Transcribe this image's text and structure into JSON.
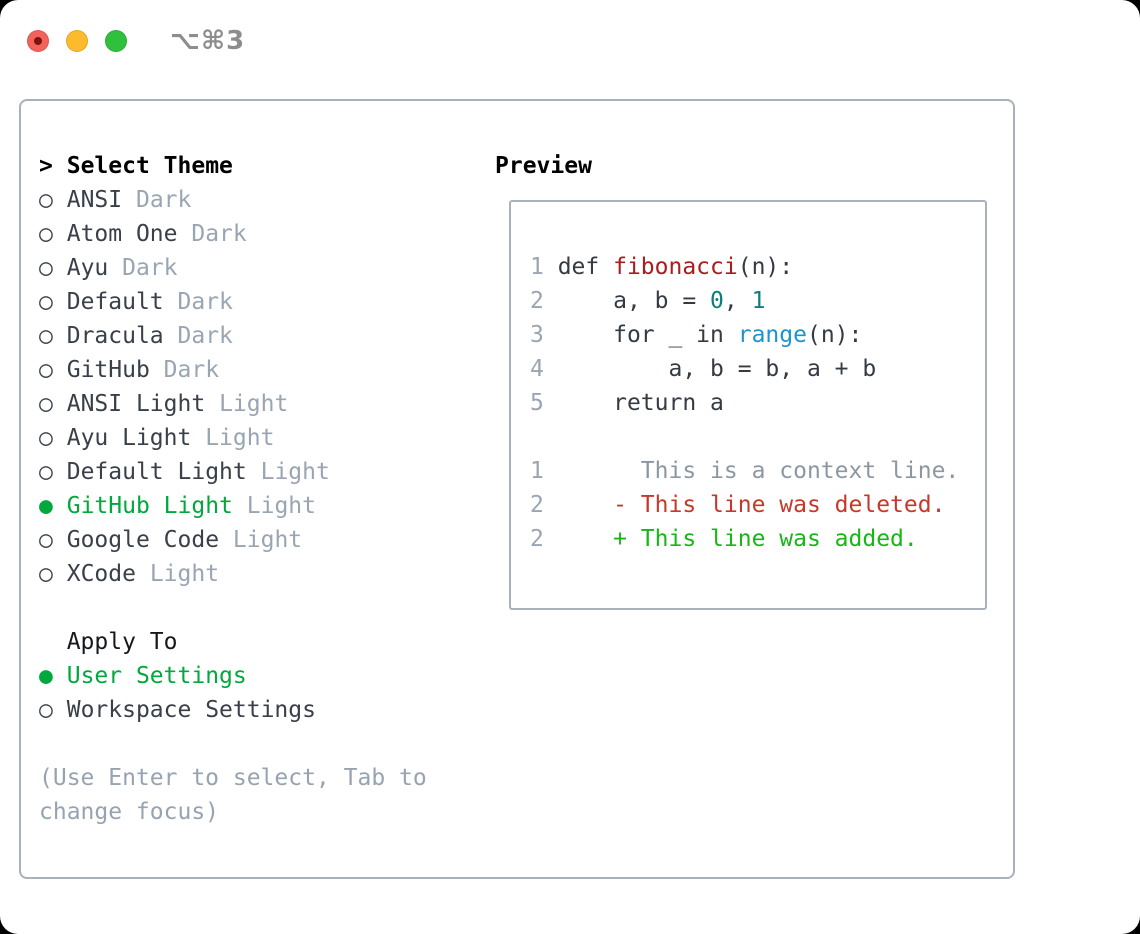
{
  "window": {
    "title": "⌥⌘3",
    "traffic_lights": [
      {
        "name": "close",
        "color": "#f4625c",
        "dot_color": "#7b150c"
      },
      {
        "name": "minimize",
        "color": "#fcbb2d"
      },
      {
        "name": "maximize",
        "color": "#2fc13e"
      }
    ]
  },
  "colors": {
    "accent_green": "#00a83e",
    "panel_border": "#a9b2bc",
    "item_text": "#3a4049",
    "variant_gray": "#9aa5b3",
    "hint_gray": "#98a3b1",
    "code_plain": "#353b43",
    "code_function": "#a81e1e",
    "code_number": "#0e7d7e",
    "code_builtin": "#1d94d0",
    "line_number": "#9aa5b3",
    "diff_context": "#8d97a3",
    "diff_deleted": "#c6382a",
    "diff_added": "#16b716"
  },
  "theme_list": {
    "prompt": ">",
    "header": "Select Theme",
    "marker_unselected": "○",
    "marker_selected": "●",
    "items": [
      {
        "name": "ANSI",
        "variant": "Dark",
        "selected": false
      },
      {
        "name": "Atom One",
        "variant": "Dark",
        "selected": false
      },
      {
        "name": "Ayu",
        "variant": "Dark",
        "selected": false
      },
      {
        "name": "Default",
        "variant": "Dark",
        "selected": false
      },
      {
        "name": "Dracula",
        "variant": "Dark",
        "selected": false
      },
      {
        "name": "GitHub",
        "variant": "Dark",
        "selected": false
      },
      {
        "name": "ANSI Light",
        "variant": "Light",
        "selected": false
      },
      {
        "name": "Ayu Light",
        "variant": "Light",
        "selected": false
      },
      {
        "name": "Default Light",
        "variant": "Light",
        "selected": false
      },
      {
        "name": "GitHub Light",
        "variant": "Light",
        "selected": true
      },
      {
        "name": "Google Code",
        "variant": "Light",
        "selected": false
      },
      {
        "name": "XCode",
        "variant": "Light",
        "selected": false
      }
    ]
  },
  "apply_to": {
    "header": "Apply To",
    "options": [
      {
        "label": "User Settings",
        "selected": true
      },
      {
        "label": "Workspace Settings",
        "selected": false
      }
    ]
  },
  "hint_lines": [
    "(Use Enter to select, Tab to",
    "change focus)"
  ],
  "preview": {
    "header": "Preview",
    "code_lines": [
      {
        "num": "1",
        "segments": [
          [
            "plain",
            "def "
          ],
          [
            "function",
            "fibonacci"
          ],
          [
            "plain",
            "(n):"
          ]
        ]
      },
      {
        "num": "2",
        "segments": [
          [
            "plain",
            "    a, b = "
          ],
          [
            "number",
            "0"
          ],
          [
            "plain",
            ", "
          ],
          [
            "number",
            "1"
          ]
        ]
      },
      {
        "num": "3",
        "segments": [
          [
            "plain",
            "    for _ in "
          ],
          [
            "builtin",
            "range"
          ],
          [
            "plain",
            "(n):"
          ]
        ]
      },
      {
        "num": "4",
        "segments": [
          [
            "plain",
            "        a, b = b, a + b"
          ]
        ]
      },
      {
        "num": "5",
        "segments": [
          [
            "plain",
            "    return a"
          ]
        ]
      },
      {
        "num": "",
        "segments": []
      },
      {
        "num": "1",
        "segments": [
          [
            "context",
            "      This is a context line."
          ]
        ]
      },
      {
        "num": "2",
        "segments": [
          [
            "deleted",
            "    - This line was deleted."
          ]
        ]
      },
      {
        "num": "2",
        "segments": [
          [
            "added",
            "    + This line was added."
          ]
        ]
      }
    ]
  }
}
